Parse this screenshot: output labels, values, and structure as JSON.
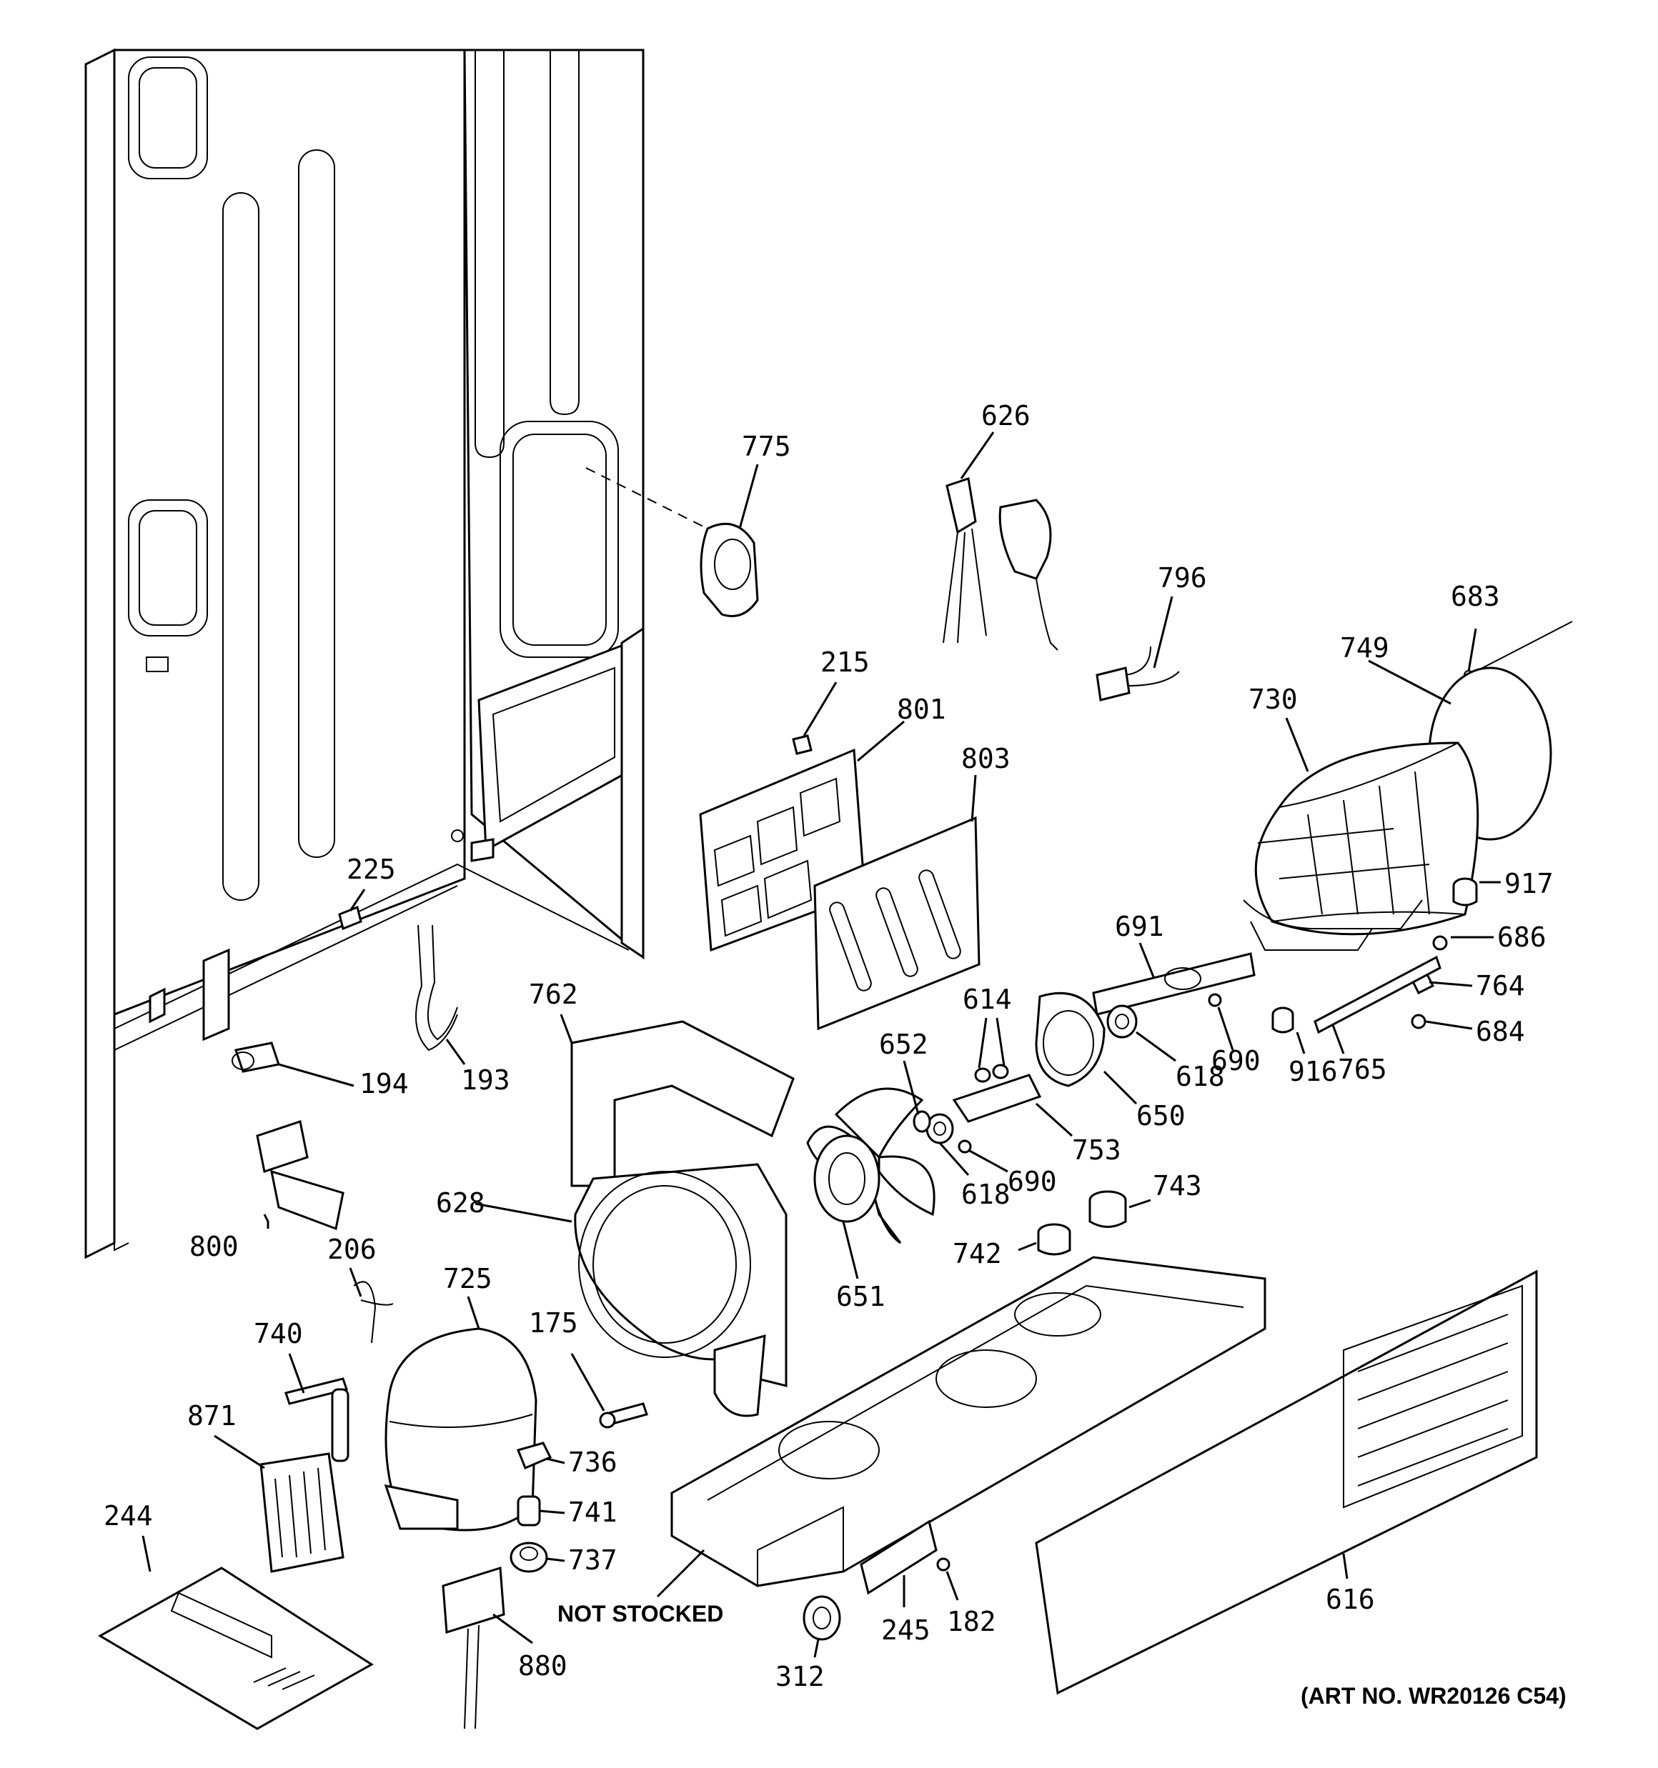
{
  "diagram": {
    "labels": {
      "p626": "626",
      "p775": "775",
      "p796": "796",
      "p683": "683",
      "p749": "749",
      "p730": "730",
      "p215": "215",
      "p801": "801",
      "p803": "803",
      "p225": "225",
      "p917": "917",
      "p686": "686",
      "p691": "691",
      "p764": "764",
      "p614": "614",
      "p684": "684",
      "p762": "762",
      "p652": "652",
      "p690a": "690",
      "p916": "916",
      "p765": "765",
      "p618a": "618",
      "p650": "650",
      "p194": "194",
      "p193": "193",
      "p753": "753",
      "p690b": "690",
      "p743": "743",
      "p628": "628",
      "p618b": "618",
      "p800": "800",
      "p742": "742",
      "p206": "206",
      "p651": "651",
      "p725": "725",
      "p740": "740",
      "p175": "175",
      "p871": "871",
      "p736": "736",
      "p244": "244",
      "p741": "741",
      "p737": "737",
      "p616": "616",
      "p182": "182",
      "p880": "880",
      "p245": "245",
      "p312": "312"
    },
    "not_stocked": "NOT STOCKED",
    "art_number": "(ART NO. WR20126 C54)"
  }
}
